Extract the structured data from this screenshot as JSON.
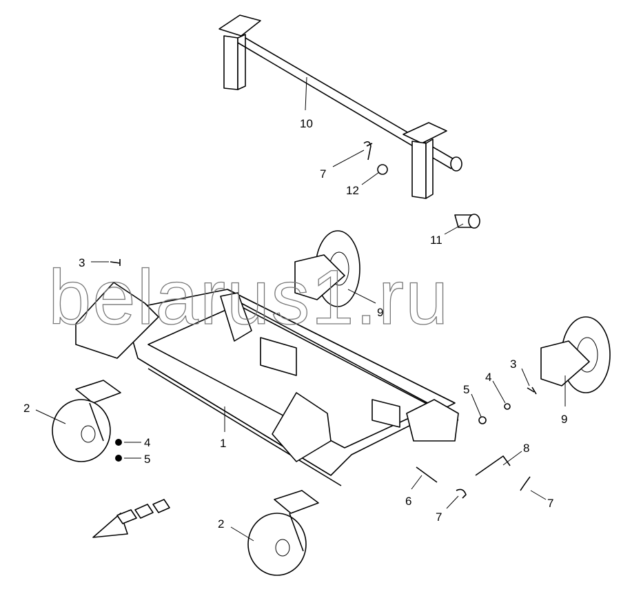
{
  "watermark": "belarus1.ru",
  "callouts": [
    "10",
    "7",
    "12",
    "11",
    "3",
    "9",
    "3",
    "4",
    "5",
    "9",
    "2",
    "4",
    "5",
    "1",
    "8",
    "6",
    "7",
    "7",
    "2"
  ],
  "colors": {
    "line": "#000000",
    "watermark": "#777777",
    "background": "#ffffff"
  }
}
